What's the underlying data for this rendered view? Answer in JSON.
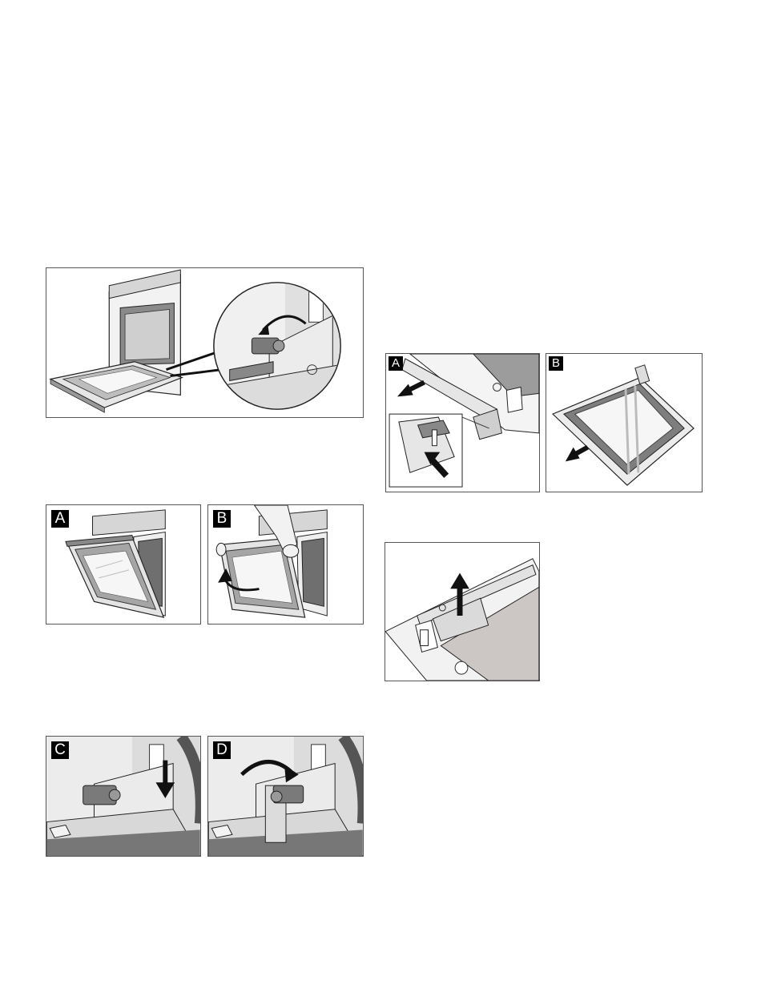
{
  "figures": {
    "hinge_overview": {
      "label": ""
    },
    "door_remove": [
      {
        "label": "A"
      },
      {
        "label": "B"
      }
    ],
    "hinge_lock": [
      {
        "label": "C"
      },
      {
        "label": "D"
      }
    ],
    "glass_removal": [
      {
        "label": "A"
      },
      {
        "label": "B"
      }
    ],
    "clip_lift": {
      "label": ""
    }
  },
  "icons": {
    "arrow": "arrow-icon",
    "curved_arrow": "curved-arrow-icon"
  },
  "colors": {
    "line": "#222222",
    "light_gray": "#d9d9d9",
    "mid_gray": "#a8a8a8",
    "dark_gray": "#6a6a6a",
    "tag_bg": "#000000"
  }
}
